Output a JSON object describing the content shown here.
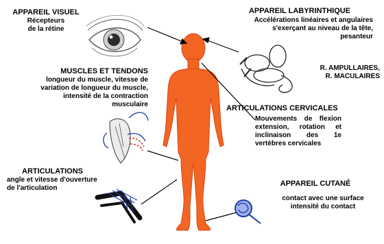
{
  "colors": {
    "body": "#f26522",
    "body_outline": "#d4481a",
    "text": "#000000",
    "eye_sketch": "#555555",
    "knee_tendon": "#1e3aa8",
    "muscle_red": "#d42020"
  },
  "labels": {
    "visuel": {
      "title": "APPAREIL VISUEL",
      "line1": "Récepteurs",
      "line2": "de la rétine"
    },
    "labyrinthique": {
      "title": "APPAREIL LABYRINTHIQUE",
      "line1": "Accélérations linéaires et angulaires",
      "line2": "s'exerçant au niveau de la tête,",
      "line3": "pesanteur"
    },
    "ampoules": {
      "line1": "R. AMPULLAIRES,",
      "line2": "R. MACULAIRES"
    },
    "muscles": {
      "title": "MUSCLES ET TENDONS",
      "line1": "longueur du muscle, vitesse de",
      "line2": "variation de longueur du muscle,",
      "line3": "intensité de la contraction",
      "line4": "musculaire"
    },
    "cervicales": {
      "title": "ARTICULATIONS CERVICALES",
      "line1": "Mouvements de flexion",
      "line2": "extension, rotation et",
      "line3": "inclinaison des 1e",
      "line4": "vertèbres cervicales"
    },
    "articulations": {
      "title": "ARTICULATIONS",
      "line1": "angle et vitesse d'ouverture",
      "line2": "de l'articulation"
    },
    "cutane": {
      "title": "APPAREIL CUTANÉ",
      "line1": "contact avec une surface",
      "line2": "intensité du contact"
    }
  }
}
